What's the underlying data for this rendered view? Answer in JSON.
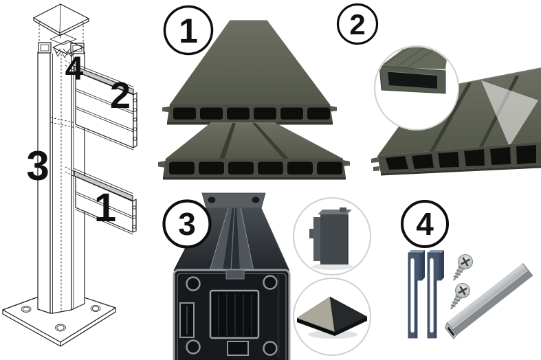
{
  "palette": {
    "background": "#ffffff",
    "line_color": "#1a1a1a",
    "number_color": "#111111",
    "badge_border": "#0d0d0d",
    "rail_gray": "#c9c9c9",
    "board_face": "#5d6154",
    "board_front": "#494c42",
    "board_groove": "#3a3d34",
    "chamber_black": "#0e0f0c",
    "post_dark": "#17191c",
    "post_mid": "#43484d",
    "post_edge_light": "#989ea2",
    "channel_light": "#50565c",
    "inset_ring": "#cdd0d2",
    "bracket_blue": "#47586e",
    "bracket_blue_dark": "#394a60",
    "silver_light": "#c3c7ca",
    "silver_mid": "#85898c"
  },
  "drawing": {
    "name": "post-assembly-exploded-drawing",
    "labels": {
      "board_lower": "1",
      "board_upper": "2",
      "post": "3",
      "cap_connector": "4"
    }
  },
  "sections": [
    {
      "number": "1",
      "part": "wpc-fence-boards"
    },
    {
      "number": "2",
      "part": "fence-board-profile-closeup"
    },
    {
      "number": "3",
      "part": "aluminium-post-with-caps"
    },
    {
      "number": "4",
      "part": "fastening-hardware-set"
    }
  ]
}
